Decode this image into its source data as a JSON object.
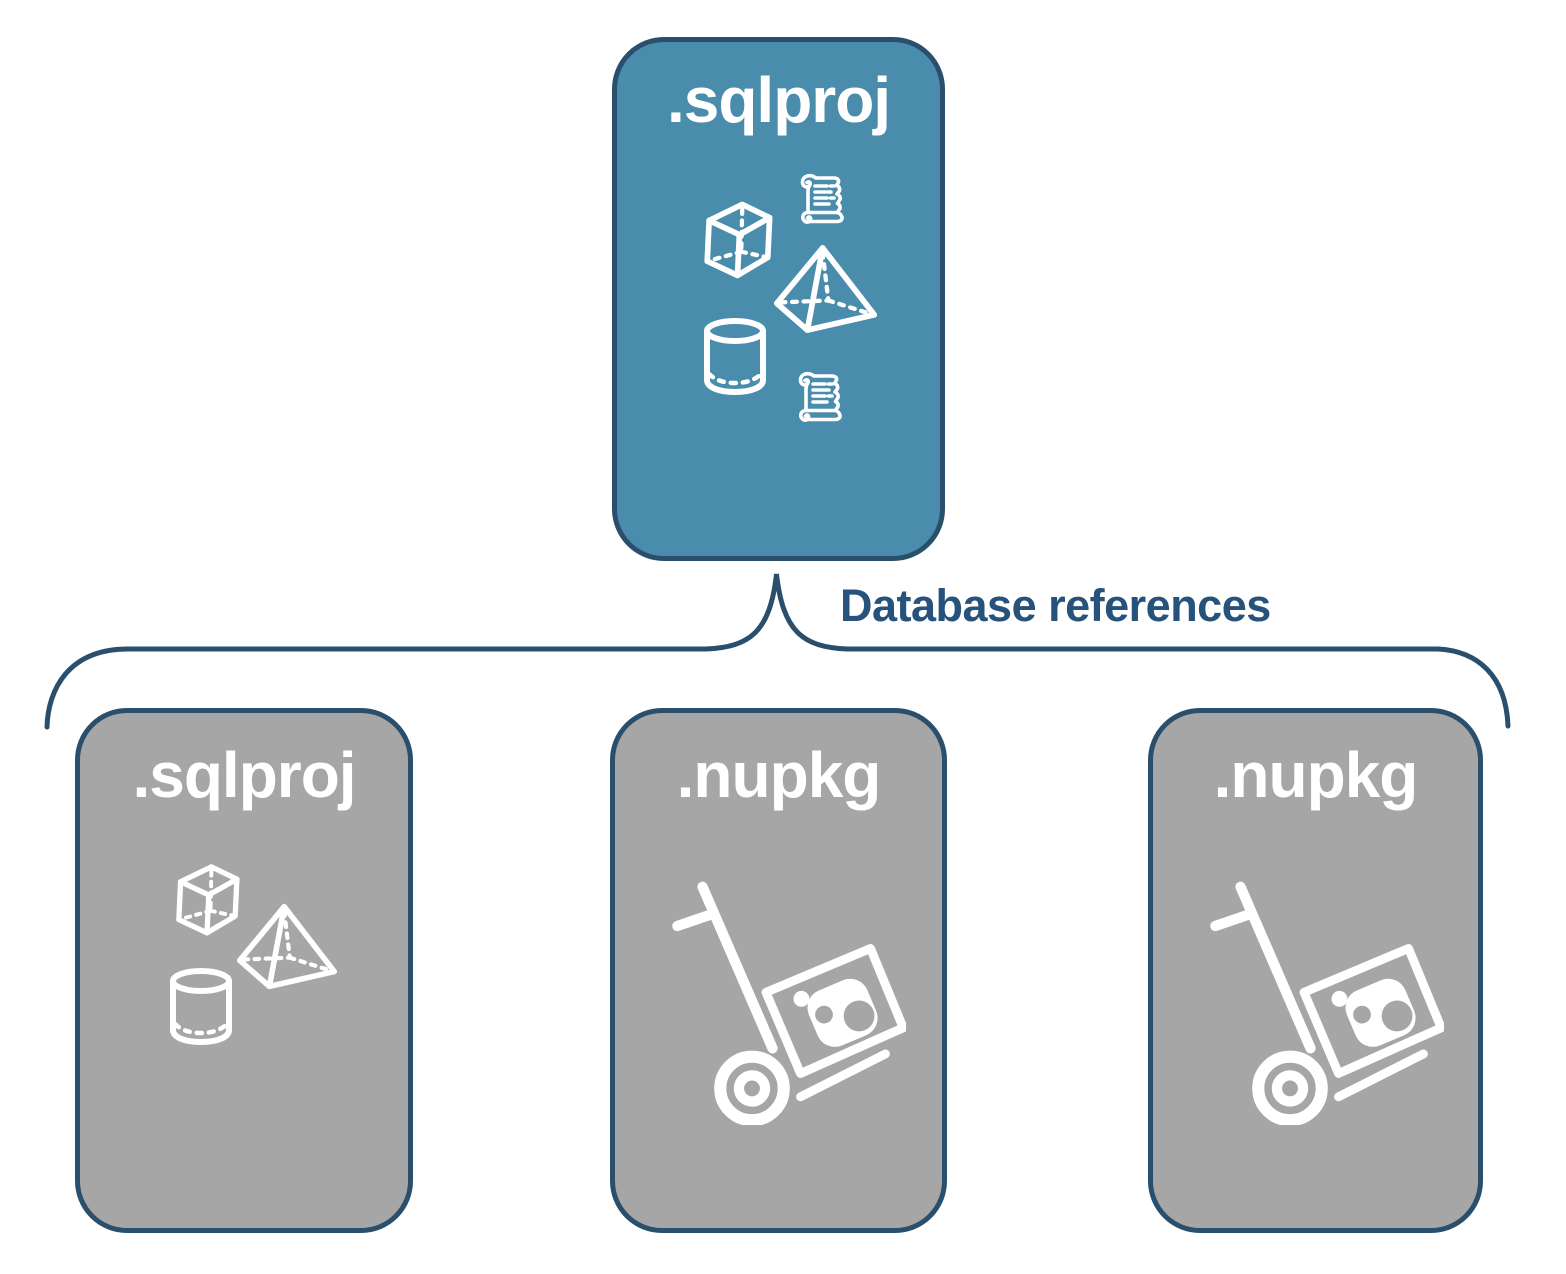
{
  "diagram": {
    "boxes": {
      "top": {
        "label": ".sqlproj",
        "fill": "#4A8CAB",
        "icons": [
          "script-scroll-icon",
          "cube-icon",
          "pyramid-icon",
          "database-cylinder-icon",
          "script-scroll-icon"
        ]
      },
      "bottom": [
        {
          "label": ".sqlproj",
          "fill": "#A6A6A6",
          "icons": [
            "cube-icon",
            "pyramid-icon",
            "database-cylinder-icon"
          ]
        },
        {
          "label": ".nupkg",
          "fill": "#A6A6A6",
          "icons": [
            "package-dolly-icon"
          ]
        },
        {
          "label": ".nupkg",
          "fill": "#A6A6A6",
          "icons": [
            "package-dolly-icon"
          ]
        }
      ]
    },
    "connector": {
      "type": "brace",
      "label": "Database references"
    },
    "colors": {
      "top_box_fill": "#4A8CAB",
      "bottom_box_fill": "#A6A6A6",
      "border_and_line": "#2A4F6D",
      "connector_label_text": "#27527C",
      "icon_stroke": "#FFFFFF",
      "background": "#FFFFFF"
    }
  }
}
